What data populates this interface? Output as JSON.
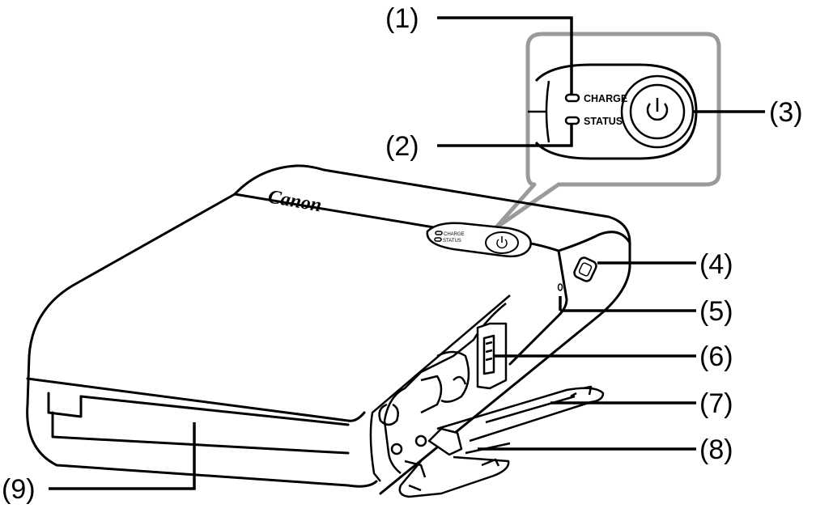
{
  "callouts": [
    "(1)",
    "(2)",
    "(3)",
    "(4)",
    "(5)",
    "(6)",
    "(7)",
    "(8)",
    "(9)"
  ],
  "led_labels": {
    "charge": "CHARGE",
    "status": "STATUS"
  },
  "brand": "Canon",
  "colors": {
    "line": "#000000",
    "zoom_frame": "#9a9a9a",
    "background": "#ffffff"
  }
}
